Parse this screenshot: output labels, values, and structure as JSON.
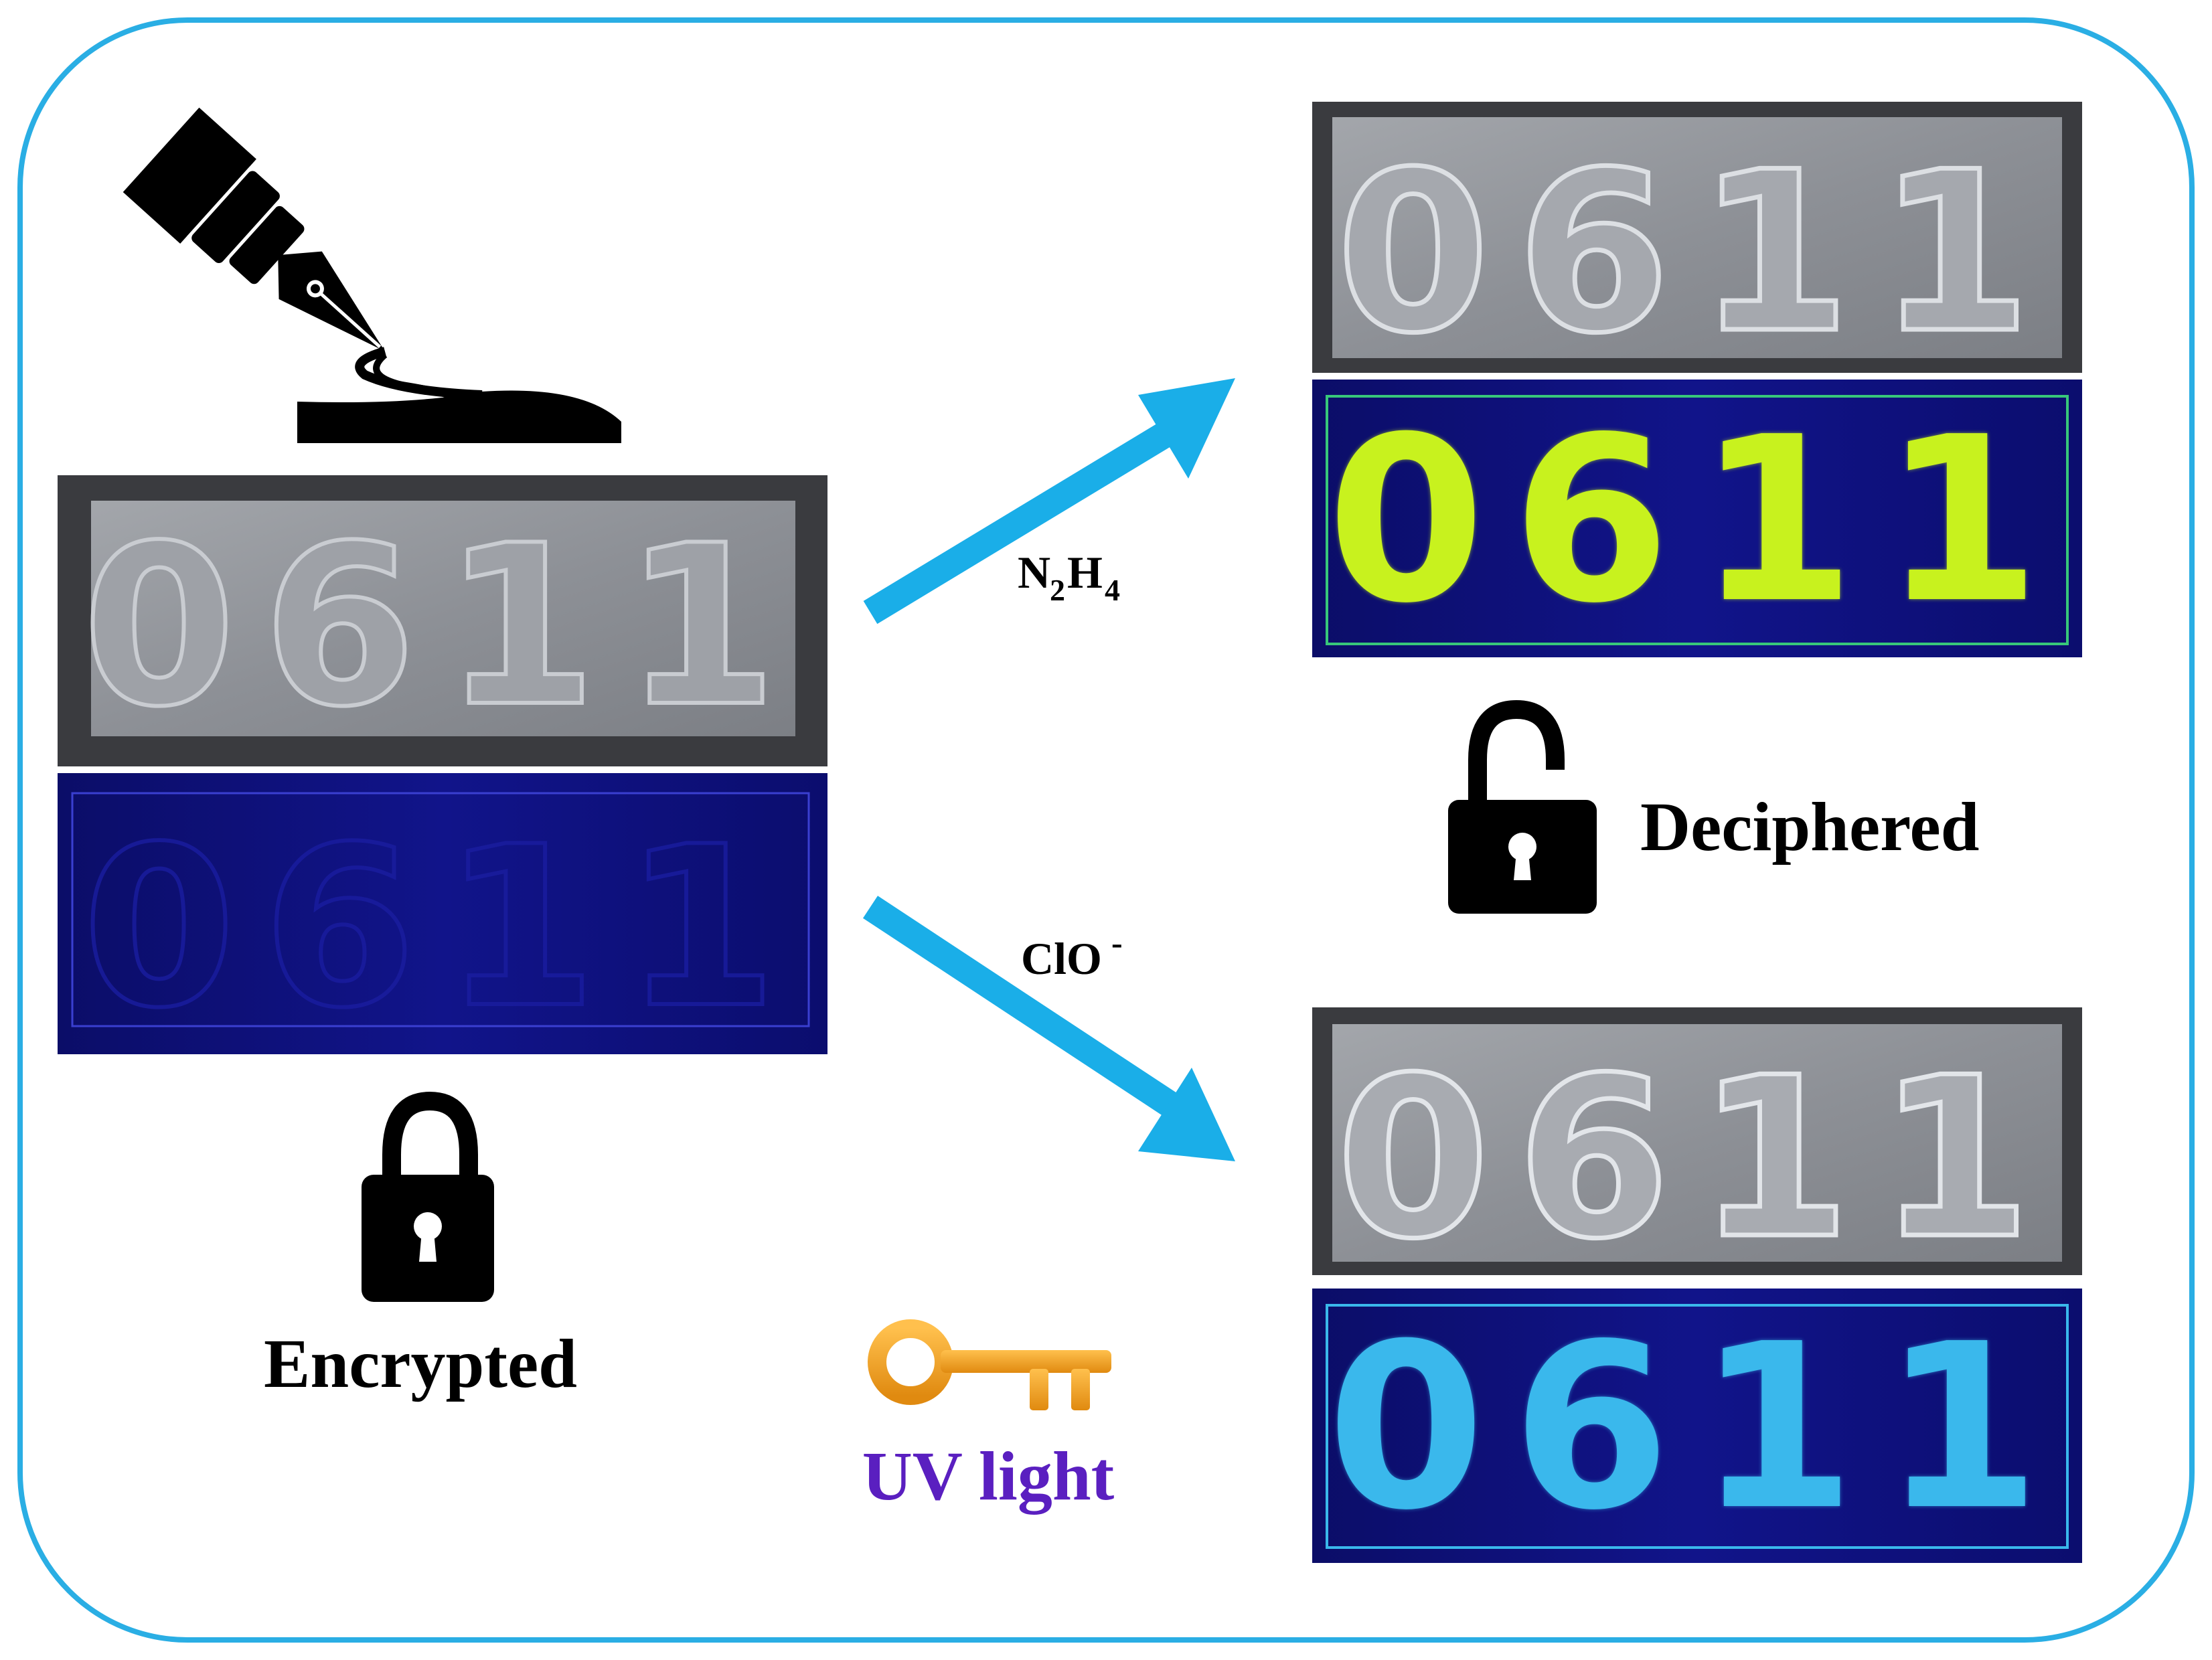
{
  "labels": {
    "encrypted": "Encrypted",
    "deciphered": "Deciphered",
    "uv_light": "UV light",
    "reagent_top": {
      "base": "N",
      "s1": "2",
      "mid": "H",
      "s2": "4"
    },
    "reagent_bottom": {
      "base": "ClO",
      "sup": "-"
    }
  },
  "plates": {
    "encrypted_text": "0611",
    "deciphered_n2h4_text": "0611",
    "deciphered_clo_text": "0611"
  },
  "icons": {
    "pen": "fountain-pen-icon",
    "locked": "lock-closed-icon",
    "unlocked": "lock-open-icon",
    "key": "key-icon",
    "arrow_up": "arrow-up-right-icon",
    "arrow_down": "arrow-down-right-icon"
  },
  "colors": {
    "frame": "#2aaee4",
    "arrow": "#1aaee8",
    "uv_text": "#5a1fc0",
    "key": "#f5a623",
    "glow_green": "#c8f21e",
    "glow_blue": "#3ab8ec",
    "uv_panel": "#0d0f7a",
    "plate_gray": "#8e9197"
  }
}
